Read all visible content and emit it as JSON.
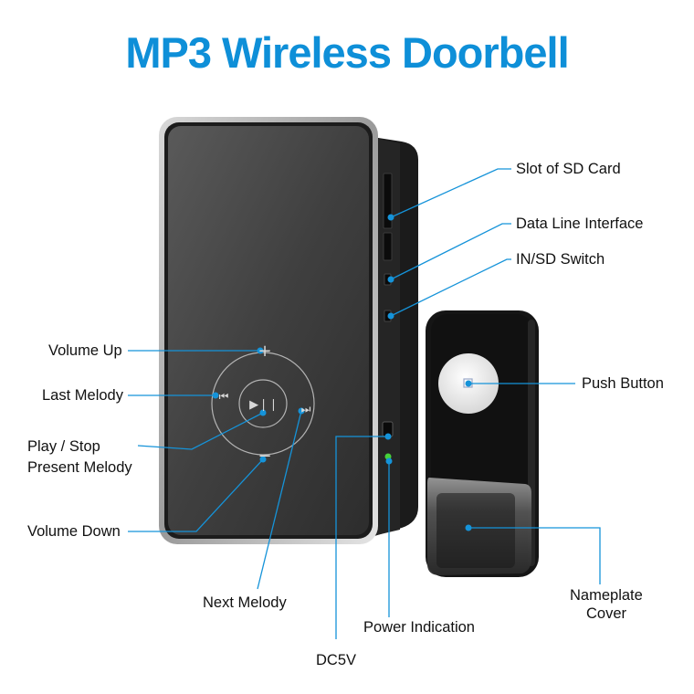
{
  "title": "MP3 Wireless Doorbell",
  "accent_color": "#0e8fd8",
  "callout_color": "#1593d9",
  "labels": {
    "slot_sd": "Slot of SD Card",
    "data_line": "Data Line Interface",
    "in_sd_switch": "IN/SD Switch",
    "push_button": "Push Button",
    "volume_up": "Volume Up",
    "last_melody": "Last Melody",
    "play_stop_1": "Play / Stop",
    "play_stop_2": "Present Melody",
    "volume_down": "Volume Down",
    "next_melody": "Next Melody",
    "power_indication": "Power Indication",
    "dc5v": "DC5V",
    "nameplate_1": "Nameplate",
    "nameplate_2": "Cover"
  },
  "icons": {
    "plus": "+",
    "minus": "−",
    "previous": "⏮",
    "next": "⏭",
    "play_pause": "▶❘❘"
  }
}
